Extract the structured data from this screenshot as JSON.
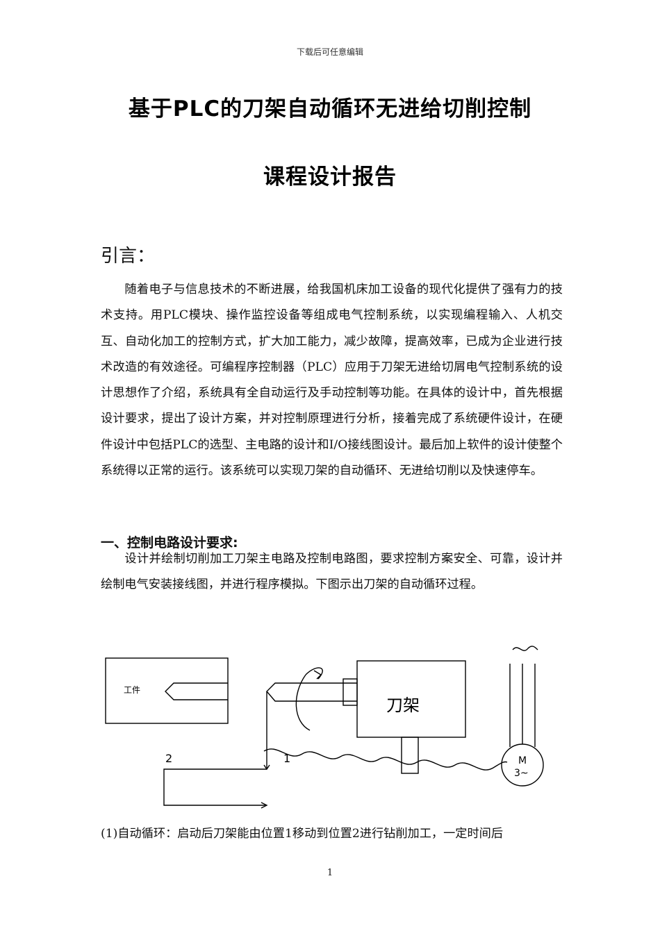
{
  "header": {
    "note": "下载后可任意编辑"
  },
  "title": {
    "line1": "基于PLC的刀架自动循环无进给切削控制",
    "line2": "课程设计报告"
  },
  "intro": {
    "heading": "引言：",
    "paragraph": "随着电子与信息技术的不断进展，给我国机床加工设备的现代化提供了强有力的技术支持。用PLC模块、操作监控设备等组成电气控制系统，以实现编程输入、人机交互、自动化加工的控制方式，扩大加工能力，减少故障，提高效率，已成为企业进行技术改造的有效途径。可编程序控制器（PLC）应用于刀架无进给切屑电气控制系统的设计思想作了介绍，系统具有全自动运行及手动控制等功能。在具体的设计中，首先根据设计要求，提出了设计方案，并对控制原理进行分析，接着完成了系统硬件设计，在硬件设计中包括PLC的选型、主电路的设计和I/O接线图设计。最后加上软件的设计使整个系统得以正常的运行。该系统可以实现刀架的自动循环、无进给切削以及快速停车。"
  },
  "section1": {
    "heading": "一、控制电路设计要求:",
    "paragraph": "设计并绘制切削加工刀架主电路及控制电路图，要求控制方案安全、可靠，设计并绘制电气安装接线图，并进行程序模拟。下图示出刀架的自动循环过程。"
  },
  "diagram": {
    "workpiece_label": "工件",
    "tool_holder_label": "刀架",
    "position_1": "1",
    "position_2": "2",
    "motor_label_top": "M",
    "motor_label_bottom": "3~",
    "supply_symbol": "~"
  },
  "auto_cycle": {
    "text": "(1)自动循环：启动后刀架能由位置1移动到位置2进行钻削加工，一定时间后"
  },
  "footer": {
    "page_number": "1"
  }
}
